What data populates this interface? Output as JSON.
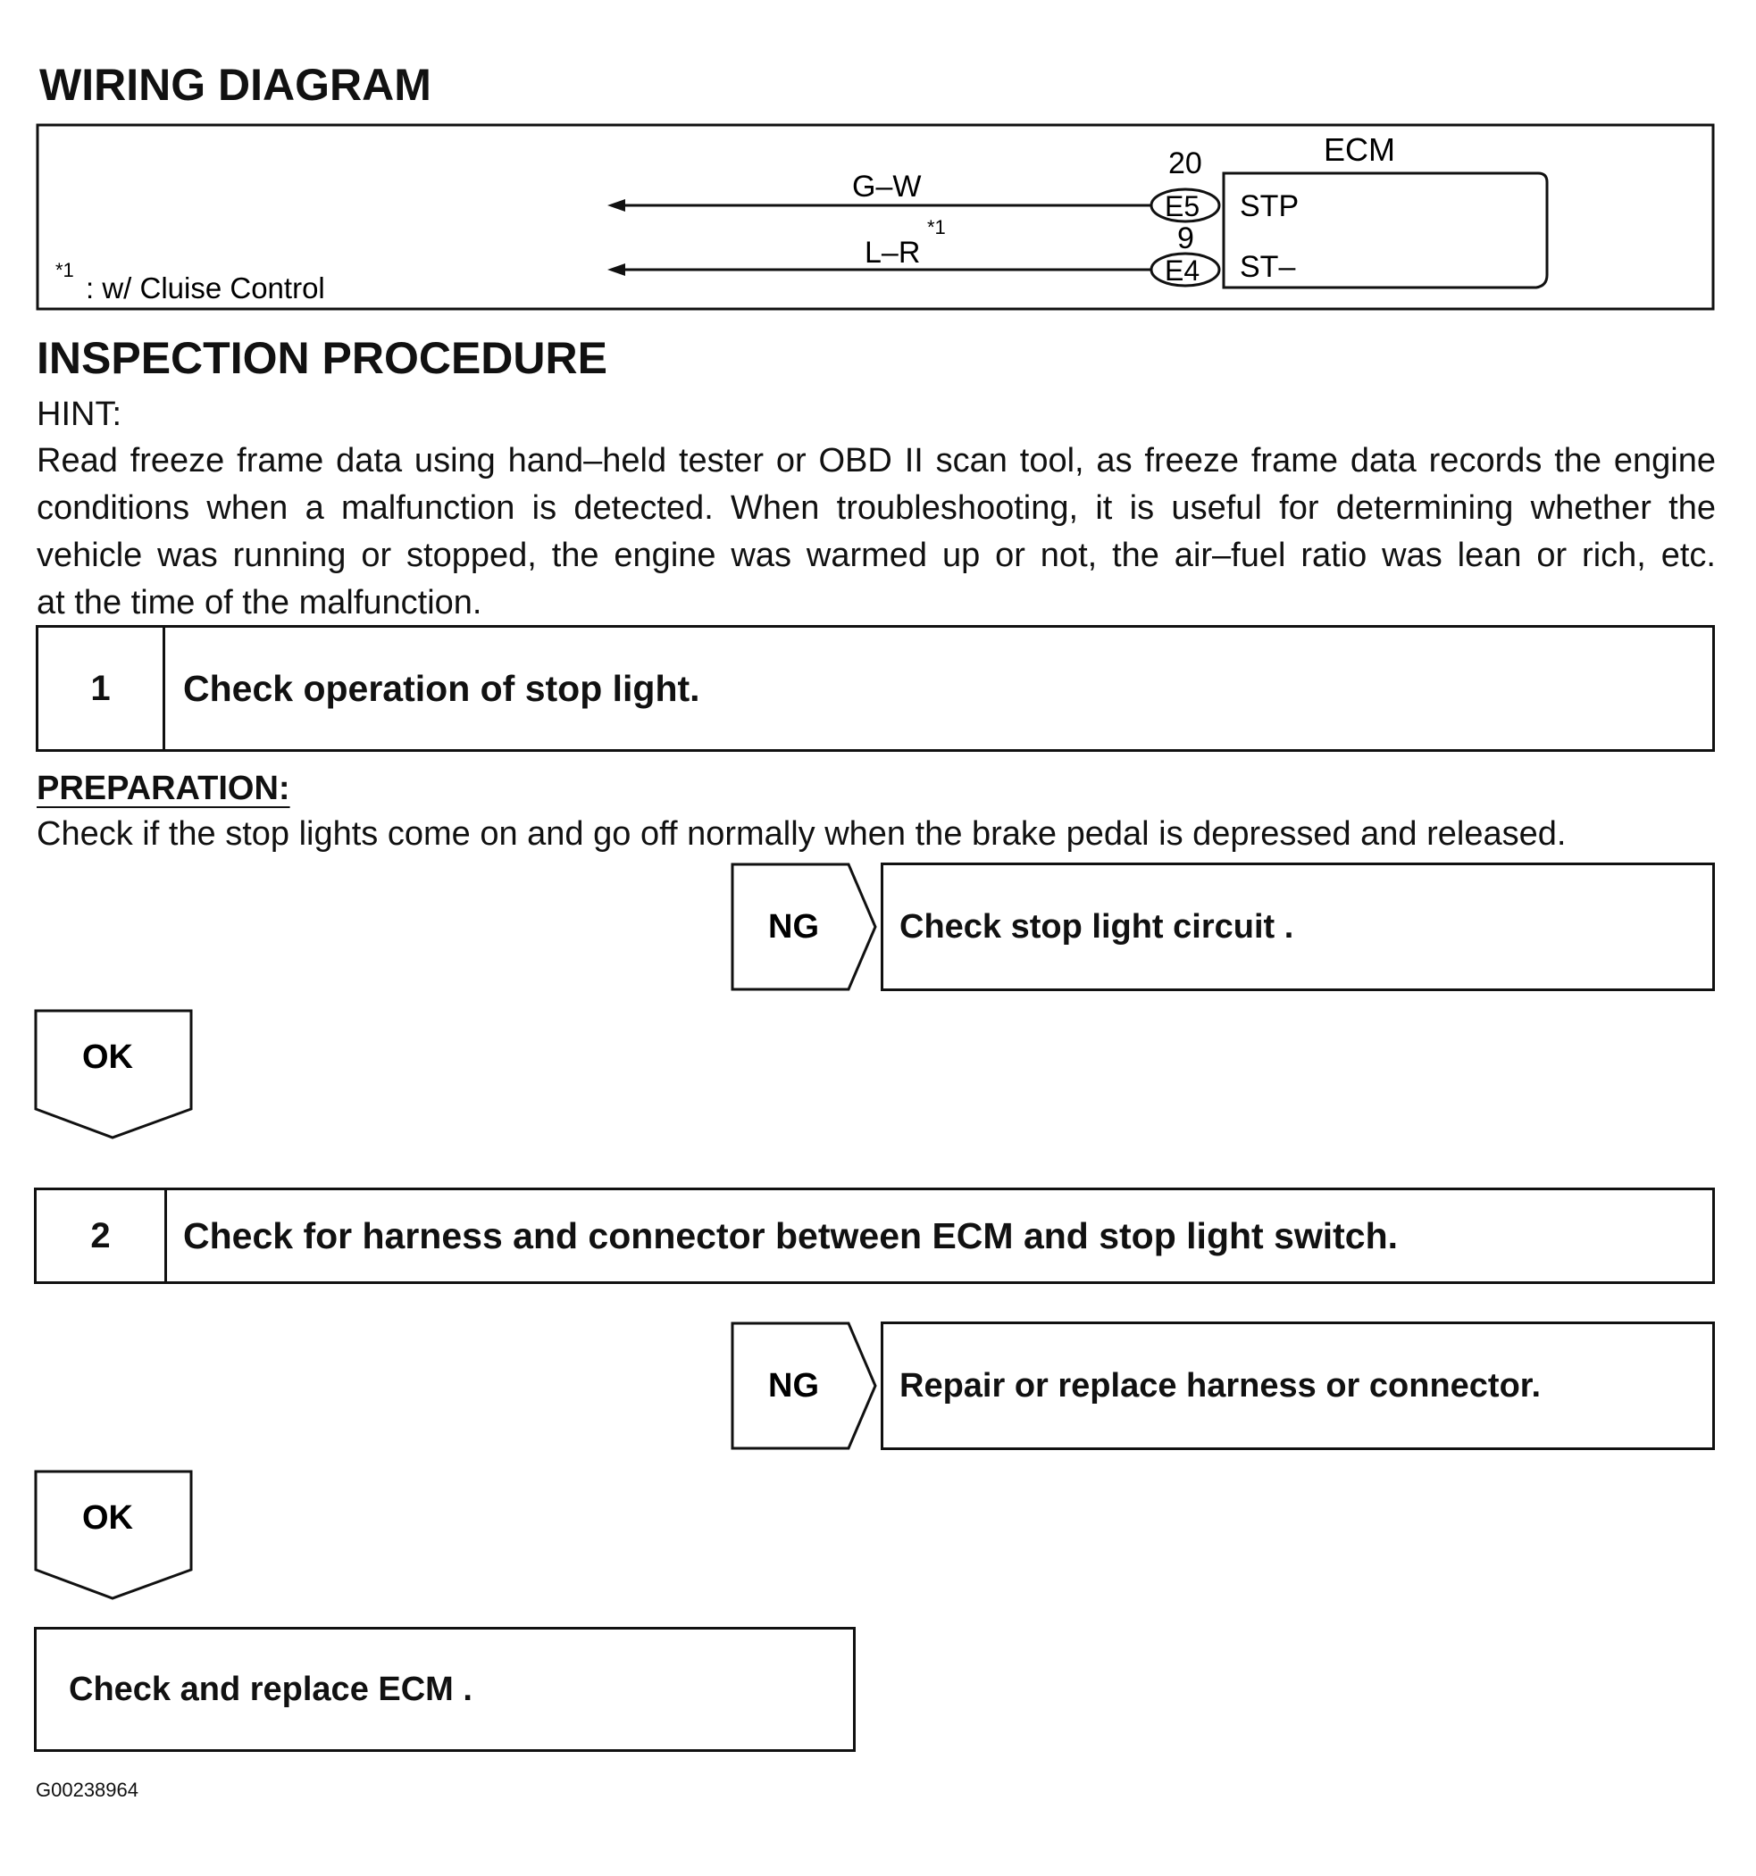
{
  "wiring": {
    "heading": "WIRING DIAGRAM",
    "footnote_mark": "*1",
    "footnote_text": ": w/ Cluise Control",
    "ecm_label": "ECM",
    "wire1": {
      "color": "G–W",
      "pin": "20",
      "connector": "E5",
      "terminal": "STP"
    },
    "wire2": {
      "color": "L–R",
      "sup": "*1",
      "pin": "9",
      "connector": "E4",
      "terminal": "ST–"
    }
  },
  "inspection": {
    "heading": "INSPECTION PROCEDURE",
    "hint_label": "HINT:",
    "hint_lines": [
      "Read freeze frame data using hand–held tester or OBD II scan tool, as freeze frame data records the engine",
      "conditions when a malfunction is detected. When troubleshooting, it is useful for determining whether the",
      "vehicle was running or stopped, the engine was warmed up or not, the air–fuel ratio was lean or rich, etc.",
      "at the time of the malfunction."
    ]
  },
  "step1": {
    "number": "1",
    "title": "Check operation of stop light.",
    "prep_label": "PREPARATION:",
    "prep_text": "Check if the stop lights come on and go off normally when the brake pedal is depressed and released.",
    "ng_label": "NG",
    "ng_action": "Check stop light circuit .",
    "ok_label": "OK"
  },
  "step2": {
    "number": "2",
    "title": "Check for harness and connector between ECM and stop light switch.",
    "ng_label": "NG",
    "ng_action": "Repair or replace harness or connector.",
    "ok_label": "OK"
  },
  "final_action": "Check and replace ECM .",
  "figure_id": "G00238964"
}
